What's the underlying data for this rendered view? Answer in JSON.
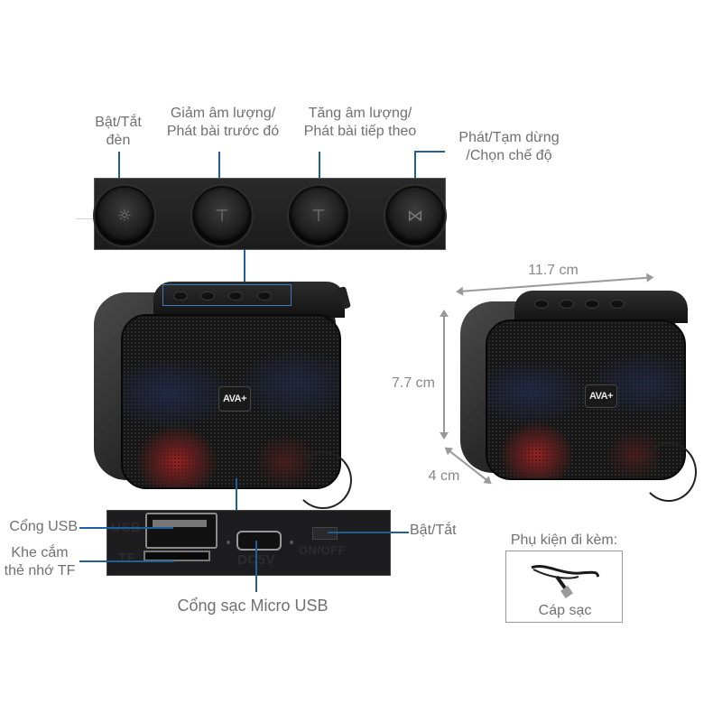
{
  "top_labels": {
    "light_toggle": {
      "line1": "Bật/Tắt",
      "line2": "đèn"
    },
    "volume_down": {
      "line1": "Giảm âm lượng/",
      "line2": "Phát bài trước đó"
    },
    "volume_up": {
      "line1": "Tăng âm lượng/",
      "line2": "Phát bài tiếp theo"
    },
    "play_pause": {
      "line1": "Phát/Tạm dừng",
      "line2": "/Chọn chế độ"
    }
  },
  "buttons": [
    {
      "name": "light-button",
      "icon": "sun-icon",
      "glyph": "☼"
    },
    {
      "name": "volume-down-button",
      "icon": "prev-icon",
      "glyph": "⊤"
    },
    {
      "name": "volume-up-button",
      "icon": "next-icon",
      "glyph": "⊤"
    },
    {
      "name": "mode-button",
      "icon": "mode-icon",
      "glyph": "⋈"
    }
  ],
  "brand": {
    "logo": "AVA+"
  },
  "dimensions": {
    "width": "11.7 cm",
    "height": "7.7 cm",
    "depth": "4 cm"
  },
  "port_panel": {
    "usb_print": "USB",
    "tf_print": "TF",
    "dc_print": "DC5V",
    "switch_print": "ON/OFF"
  },
  "bottom_labels": {
    "usb_port": "Cổng USB",
    "tf_slot_line1": "Khe cắm",
    "tf_slot_line2": "thẻ nhớ TF",
    "micro_usb": "Cổng sạc Micro USB",
    "power_switch": "Bật/Tắt"
  },
  "accessories": {
    "title": "Phụ kiện đi kèm:",
    "items": [
      {
        "label": "Cáp sạc",
        "icon": "usb-cable-icon"
      }
    ]
  },
  "colors": {
    "callout_line": "#1f5f9e",
    "label_text": "#707070",
    "dimension_line": "#999999"
  }
}
